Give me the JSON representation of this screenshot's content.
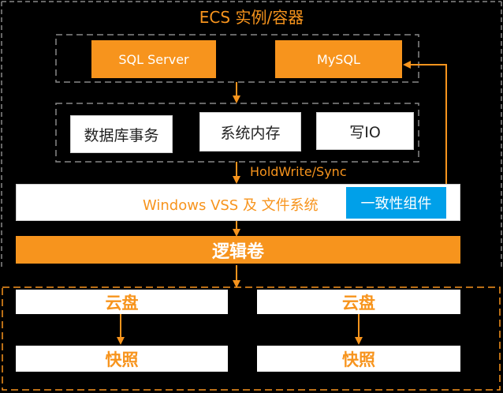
{
  "title": "ECS 实例/容器",
  "databases": {
    "sql_server": "SQL Server",
    "mysql": "MySQL"
  },
  "io_sources": {
    "transactions": "数据库事务",
    "memory": "系统内存",
    "write_io": "写IO"
  },
  "hold_write_label": "HoldWrite/Sync",
  "vss": {
    "label": "Windows VSS 及 文件系统",
    "consistency": "一致性组件"
  },
  "logical_volume": "逻辑卷",
  "storage": {
    "left": {
      "disk": "云盘",
      "snapshot": "快照"
    },
    "right": {
      "disk": "云盘",
      "snapshot": "快照"
    }
  },
  "colors": {
    "accent": "#f7941d",
    "consistency": "#00a0e9",
    "background": "#000000",
    "dashed_border": "#888888"
  }
}
